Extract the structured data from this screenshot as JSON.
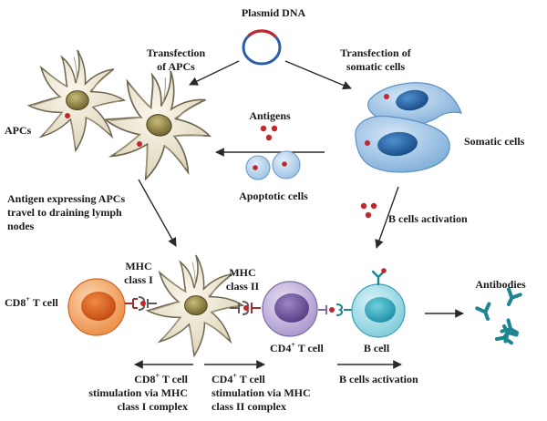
{
  "labels": {
    "plasmid": "Plasmid DNA",
    "transfection_apcs_1": "Transfection",
    "transfection_apcs_2": "of APCs",
    "transfection_somatic_1": "Transfection of",
    "transfection_somatic_2": "somatic cells",
    "apcs": "APCs",
    "antigens": "Antigens",
    "somatic_cells": "Somatic cells",
    "apoptotic_cells": "Apoptotic cells",
    "b_activation_top": "B cells activation",
    "travel_1": "Antigen expressing APCs",
    "travel_2": "travel to draining lymph",
    "travel_3": "nodes",
    "mhc1_1": "MHC",
    "mhc1_2": "class I",
    "mhc2_1": "MHC",
    "mhc2_2": "class II",
    "cd8_pre": "CD8",
    "cd8_sup": "+",
    "cd8_post": " T cell",
    "cd4_pre": "CD4",
    "cd4_sup": "+",
    "cd4_post": " T cell",
    "b_cell": "B cell",
    "antibodies": "Antibodies",
    "cd8_stim_pre": "CD8",
    "cd8_stim_sup": "+",
    "cd8_stim_post": " T cell",
    "cd8_stim_2": "stimulation via MHC",
    "cd8_stim_3": "class I complex",
    "cd4_stim_pre": "CD4",
    "cd4_stim_sup": "+",
    "cd4_stim_post": " T cell",
    "cd4_stim_2": "stimulation via MHC",
    "cd4_stim_3": "class II complex",
    "b_activation_bottom": "B cells activation"
  },
  "colors": {
    "antigen_red": "#c0282d",
    "dendritic_body": "#ede5d0",
    "dendritic_outline": "#6e6650",
    "dendritic_nucleus": "#8a7d3e",
    "somatic_fill": "#9dc3e6",
    "somatic_nucleus": "#1f5f9e",
    "apoptotic_fill": "#b8d4ee",
    "cd8_fill": "#f0a465",
    "cd8_nucleus": "#d35a14",
    "cd4_fill": "#c2b5db",
    "cd4_nucleus": "#6a4f95",
    "bcell_fill": "#a8dde8",
    "bcell_nucleus": "#2fa8bd",
    "antibody": "#1c8590",
    "plasmid_ring": "#2c5fa6",
    "arrow": "#2a2a2a"
  }
}
